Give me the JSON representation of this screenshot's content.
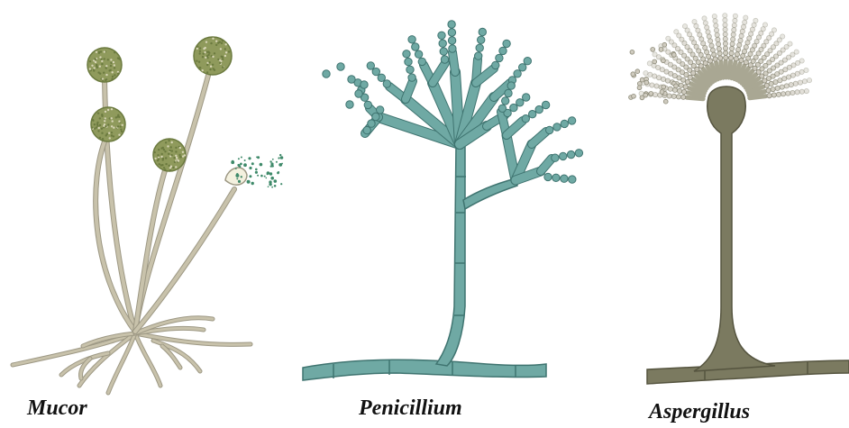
{
  "labels": {
    "mucor": "Mucor",
    "penicillium": "Penicillium",
    "aspergillus": "Aspergillus"
  },
  "colors": {
    "mucor_stalk": "#c8c2ab",
    "mucor_stalk_edge": "#9d9884",
    "mucor_sporangium": "#8f9a5c",
    "mucor_sporangium_dark": "#6b7a3f",
    "mucor_spore_dot": "#3f8a6a",
    "penicillium_fill": "#6fa9a4",
    "penicillium_edge": "#3f7470",
    "aspergillus_fill": "#7b7a60",
    "aspergillus_edge": "#55543f",
    "aspergillus_spore": "#cfcbbf"
  },
  "icons": {
    "mucor": "mucor-fungus-icon",
    "penicillium": "penicillium-fungus-icon",
    "aspergillus": "aspergillus-fungus-icon"
  }
}
